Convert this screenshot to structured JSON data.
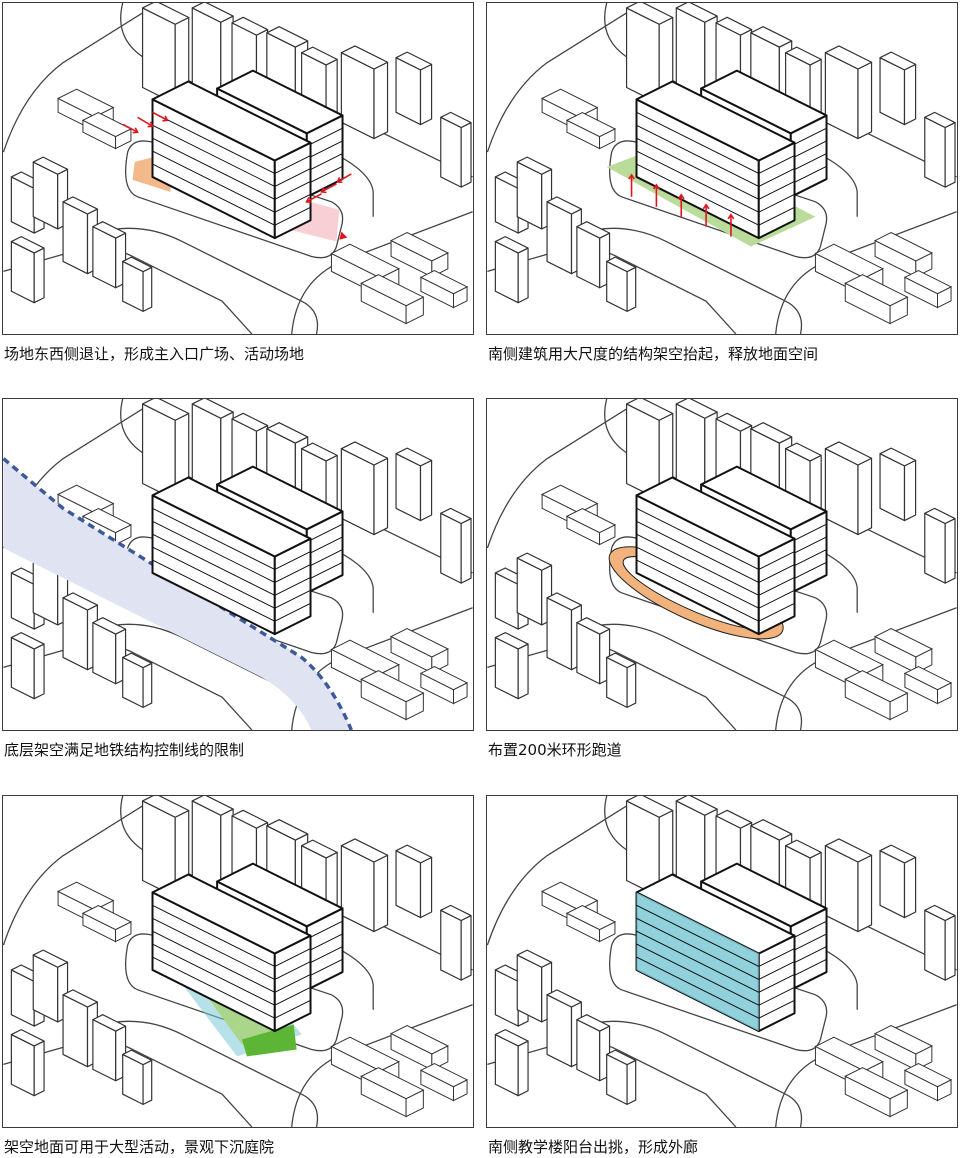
{
  "panels": [
    {
      "id": "p1",
      "caption": "场地东西侧退让，形成主入口广场、活动场地",
      "highlight": "setback"
    },
    {
      "id": "p2",
      "caption": "南侧建筑用大尺度的结构架空抬起，释放地面空间",
      "highlight": "lift"
    },
    {
      "id": "p3",
      "caption": "底层架空满足地铁结构控制线的限制",
      "highlight": "metro"
    },
    {
      "id": "p4",
      "caption": "布置200米环形跑道",
      "highlight": "track"
    },
    {
      "id": "p5",
      "caption": "架空地面可用于大型活动，景观下沉庭院",
      "highlight": "courtyard"
    },
    {
      "id": "p6",
      "caption": "南侧教学楼阳台出挑，形成外廊",
      "highlight": "balcony"
    }
  ],
  "colors": {
    "plaza_orange": "#f4b98a",
    "plaza_pink": "#f7cfd4",
    "arrow_red": "#e0141e",
    "lift_green": "#b9dc9a",
    "metro_fill": "#dfe3f2",
    "metro_line": "#3c5a9a",
    "track_orange": "#f2b27c",
    "court_green": "#5db535",
    "court_light_green": "#a9d68a",
    "balcony_blue": "#7cc9d6"
  }
}
